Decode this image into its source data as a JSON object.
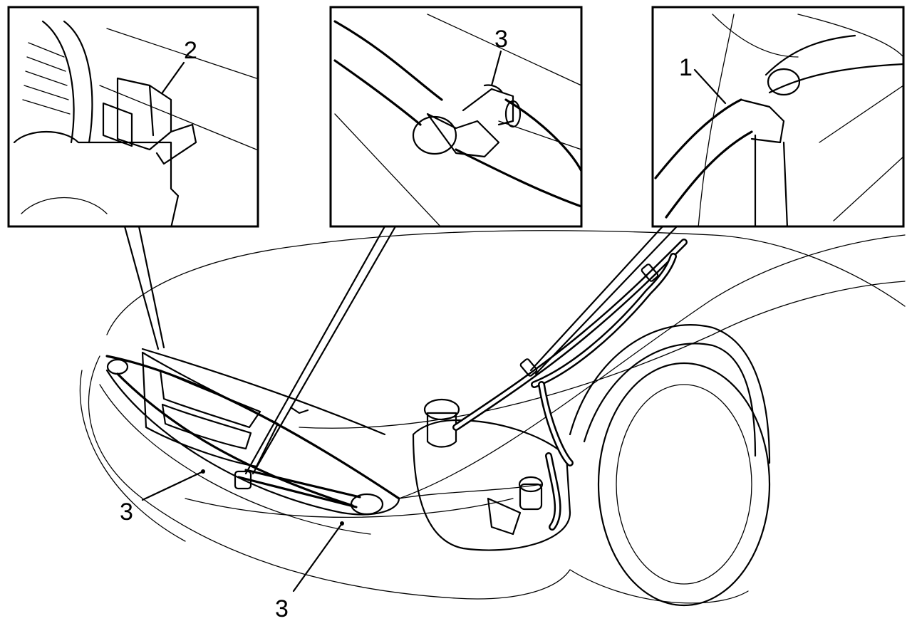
{
  "callouts": {
    "inset_left": "2",
    "inset_middle": "3",
    "inset_right": "1",
    "main_left": "3",
    "main_bottom": "3"
  }
}
